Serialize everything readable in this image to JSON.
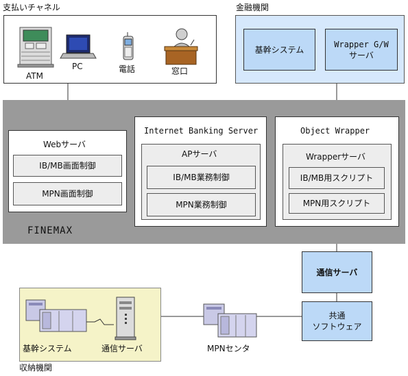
{
  "payment_channels": {
    "title": "支払いチャネル",
    "items": [
      {
        "label": "ATM",
        "icon": "atm-icon"
      },
      {
        "label": "PC",
        "icon": "pc-icon"
      },
      {
        "label": "電話",
        "icon": "mobile-phone-icon"
      },
      {
        "label": "窓口",
        "icon": "teller-counter-icon"
      }
    ]
  },
  "financial_institution": {
    "title": "金融機関",
    "core_system": "基幹システム",
    "wrapper_gw": {
      "line1": "Wrapper G/W",
      "line2": "サーバ"
    }
  },
  "finemax": {
    "label": "FINEMAX",
    "web_server": {
      "title": "Webサーバ",
      "items": [
        "IB/MB画面制御",
        "MPN画面制御"
      ]
    },
    "ib_server": {
      "title": "Internet Banking Server",
      "ap_server": {
        "title": "APサーバ",
        "items": [
          "IB/MB業務制御",
          "MPN業務制御"
        ]
      }
    },
    "object_wrapper": {
      "title": "Object Wrapper",
      "wrapper_server": {
        "title": "Wrapperサーバ",
        "items": [
          "IB/MB用スクリプト",
          "MPN用スクリプト"
        ]
      }
    }
  },
  "comm_server": "通信サーバ",
  "common_software": {
    "line1": "共通",
    "line2": "ソフトウェア"
  },
  "mpn_center": "MPNセンタ",
  "collection_institution": {
    "title": "収納機関",
    "core_system": "基幹システム",
    "comm_server": "通信サーバ"
  },
  "colors": {
    "band": "#9a9a9a",
    "blue_panel": "#cfe4fb",
    "cyan_box": "#bcd9f7",
    "yellow_panel": "#f5f3c8"
  }
}
